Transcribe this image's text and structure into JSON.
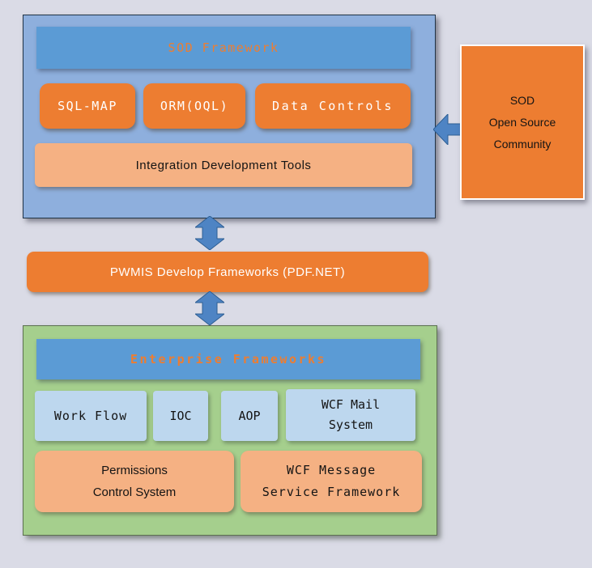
{
  "colors": {
    "background": "#dadbe6",
    "container_blue": "#8eafdd",
    "header_blue": "#5b9bd5",
    "orange": "#ed7d31",
    "salmon": "#f5b183",
    "container_green": "#a5cf8d",
    "light_blue": "#bdd7ee",
    "arrow_blue": "#4e84c4",
    "header_text_orange": "#ed7d31"
  },
  "sod_framework": {
    "title": "SOD Framework",
    "modules": [
      "SQL-MAP",
      "ORM(OQL)",
      "Data Controls"
    ],
    "tools_label": "Integration Development Tools"
  },
  "community": {
    "lines": [
      "SOD",
      "Open Source",
      "Community"
    ]
  },
  "pwmis_bar": {
    "label": "PWMIS Develop Frameworks (PDF.NET)"
  },
  "enterprise_frameworks": {
    "title": "Enterprise Frameworks",
    "modules": [
      "Work Flow",
      "IOC",
      "AOP",
      "WCF Mail\nSystem"
    ],
    "systems": [
      "Permissions\nControl System",
      "WCF Message\nService Framework"
    ]
  },
  "icons": {
    "arrow_left": "block-arrow-left",
    "arrow_vertical_top": "double-arrow-vertical",
    "arrow_vertical_bottom": "double-arrow-vertical"
  }
}
